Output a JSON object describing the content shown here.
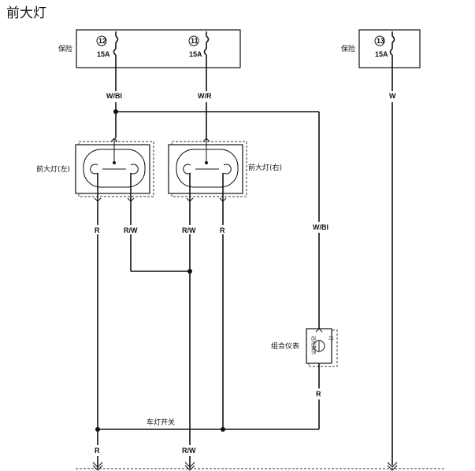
{
  "title": "前大灯",
  "fuse_panel_left": {
    "label": "保险",
    "fuses": [
      {
        "number": "12",
        "rating": "15A",
        "wire": "W/Bl"
      },
      {
        "number": "11",
        "rating": "15A",
        "wire": "W/R"
      }
    ]
  },
  "fuse_panel_right": {
    "label": "保险",
    "fuses": [
      {
        "number": "13",
        "rating": "15A",
        "wire": "W"
      }
    ]
  },
  "headlamp_left": {
    "label": "前大灯(左)",
    "wire_low": "R",
    "wire_high": "R/W"
  },
  "headlamp_right": {
    "label": "前大灯(右)",
    "wire_high": "R/W",
    "wire_low": "R"
  },
  "indicator_wire_in": "W/Bl",
  "indicator_wire_out": "R",
  "meter": {
    "label": "组合仪表",
    "side_text_left": "远光指示",
    "side_text_right": "灯"
  },
  "switch_label": "车灯开关",
  "bottom_wires": {
    "left": "R",
    "center": "R/W"
  }
}
